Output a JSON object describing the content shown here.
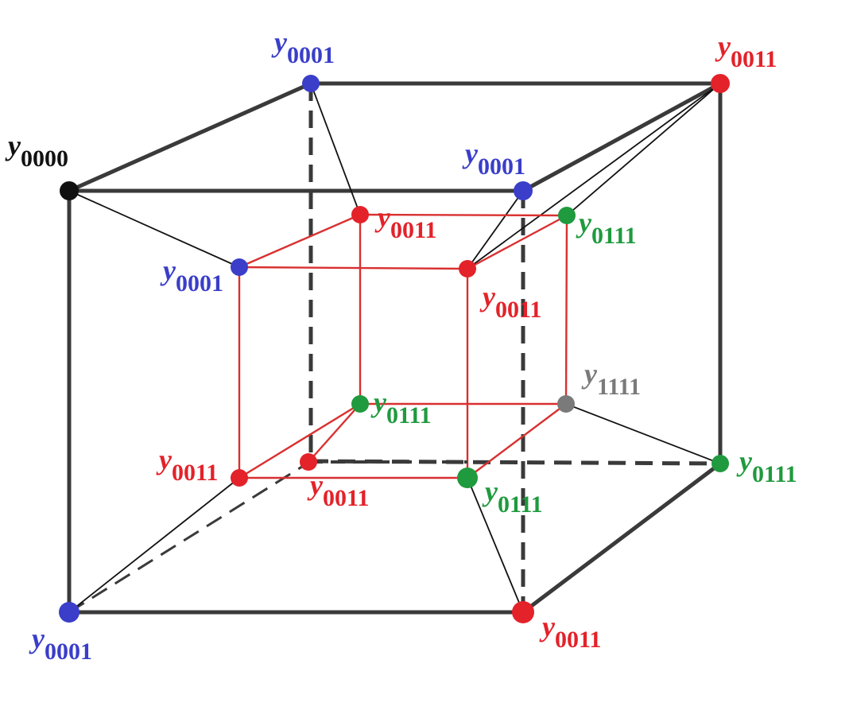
{
  "colors": {
    "black": "#111111",
    "blue": "#3a3ec9",
    "red": "#e3222a",
    "green": "#1f9a3e",
    "gray": "#7a7a7a",
    "edge_dark": "#3a3a3a",
    "edge_red": "#d93030"
  },
  "nodes": [
    {
      "id": "n-outer-back-tl",
      "label": "0001",
      "color": "blue"
    },
    {
      "id": "n-outer-back-tr",
      "label": "0011",
      "color": "red"
    },
    {
      "id": "n-outer-front-tl",
      "label": "0000",
      "color": "black"
    },
    {
      "id": "n-outer-front-tr",
      "label": "0001",
      "color": "blue"
    },
    {
      "id": "n-outer-back-br",
      "label": "0111",
      "color": "green"
    },
    {
      "id": "n-outer-front-bl",
      "label": "0001",
      "color": "blue"
    },
    {
      "id": "n-outer-front-br",
      "label": "0011",
      "color": "red"
    },
    {
      "id": "n-outer-back-bl",
      "label": "",
      "color": "red"
    },
    {
      "id": "n-inner-back-tl",
      "label": "0011",
      "color": "red"
    },
    {
      "id": "n-inner-back-tr",
      "label": "0111",
      "color": "green"
    },
    {
      "id": "n-inner-front-tl",
      "label": "0001",
      "color": "blue"
    },
    {
      "id": "n-inner-front-tr",
      "label": "0011",
      "color": "red"
    },
    {
      "id": "n-inner-back-bl",
      "label": "0111",
      "color": "green"
    },
    {
      "id": "n-inner-back-br",
      "label": "1111",
      "color": "gray"
    },
    {
      "id": "n-inner-front-bl",
      "label": "0011",
      "color": "red"
    },
    {
      "id": "n-inner-front-br",
      "label": "0111",
      "color": "green"
    },
    {
      "id": "n-outer-back-bl-label",
      "label": "0011",
      "color": "red"
    }
  ],
  "symbol": "y"
}
